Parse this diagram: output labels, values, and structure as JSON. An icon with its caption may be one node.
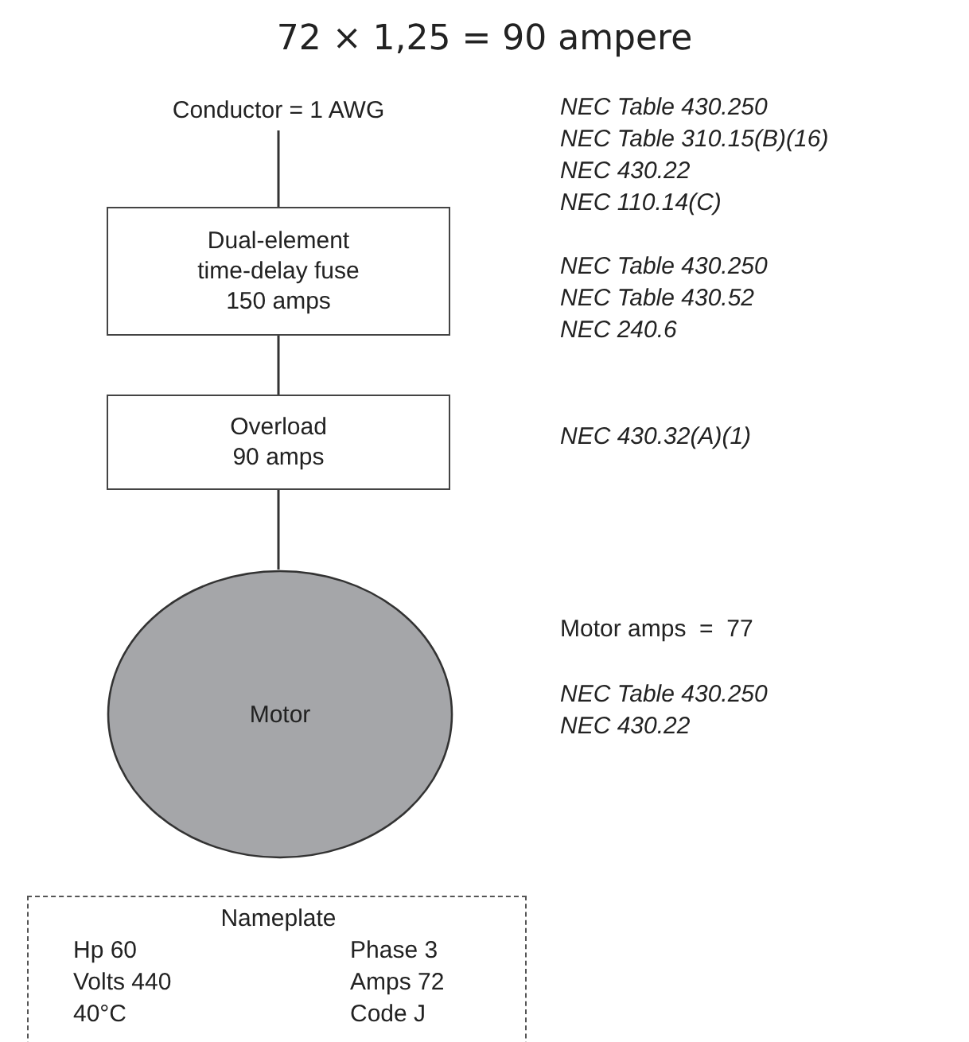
{
  "diagram": {
    "title": "72 × 1,25 = 90 ampere",
    "nodes": [
      {
        "text": [
          "Conductor = 1 AWG"
        ]
      },
      {
        "text": [
          "Dual-element time-delay fuse 150 amps"
        ]
      },
      {
        "text": [
          "Overload 90 amps"
        ]
      },
      {
        "text": [
          "Motor"
        ]
      },
      {
        "text": [
          "Nameplate",
          "Hp 60",
          "Phase 3",
          "Volts 440",
          "Amps 72",
          "40°C",
          "Code J"
        ]
      }
    ],
    "edges": [
      {
        "from": 0,
        "to": 1,
        "arrow": "none"
      },
      {
        "from": 1,
        "to": 2,
        "arrow": "none"
      },
      {
        "from": 2,
        "to": 3,
        "arrow": "none"
      }
    ],
    "labels": [
      "NEC Table 430.250",
      "NEC Table 310.15(B)(16)",
      "NEC 430.22",
      "NEC 110.14(C)",
      "NEC Table 430.250",
      "NEC Table 430.52",
      "NEC 240.6",
      "NEC 430.32(A)(1)",
      "Motor amps  =  77",
      "NEC Table 430.250",
      "NEC 430.22"
    ]
  }
}
